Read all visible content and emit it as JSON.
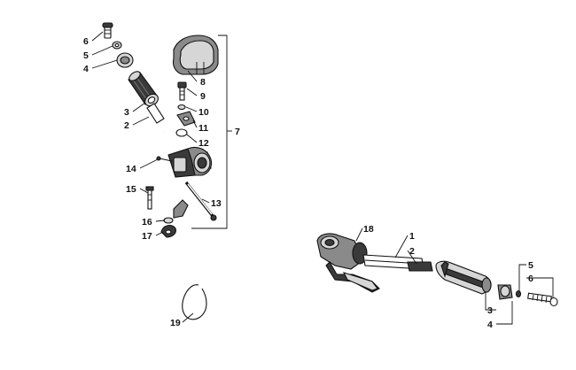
{
  "diagram": {
    "callouts": [
      {
        "id": "c6a",
        "text": "6"
      },
      {
        "id": "c5a",
        "text": "5"
      },
      {
        "id": "c4a",
        "text": "4"
      },
      {
        "id": "c3a",
        "text": "3"
      },
      {
        "id": "c2a",
        "text": "2"
      },
      {
        "id": "c8",
        "text": "8"
      },
      {
        "id": "c9",
        "text": "9"
      },
      {
        "id": "c10",
        "text": "10"
      },
      {
        "id": "c11",
        "text": "11"
      },
      {
        "id": "c12",
        "text": "12"
      },
      {
        "id": "c7",
        "text": "7"
      },
      {
        "id": "c14",
        "text": "14"
      },
      {
        "id": "c15",
        "text": "15"
      },
      {
        "id": "c13",
        "text": "13"
      },
      {
        "id": "c16",
        "text": "16"
      },
      {
        "id": "c17",
        "text": "17"
      },
      {
        "id": "c18",
        "text": "18"
      },
      {
        "id": "c1",
        "text": "1"
      },
      {
        "id": "c2b",
        "text": "2"
      },
      {
        "id": "c5b",
        "text": "5"
      },
      {
        "id": "c6b",
        "text": "6"
      },
      {
        "id": "c3b",
        "text": "3"
      },
      {
        "id": "c4b",
        "text": "4"
      },
      {
        "id": "c19",
        "text": "19"
      }
    ]
  }
}
